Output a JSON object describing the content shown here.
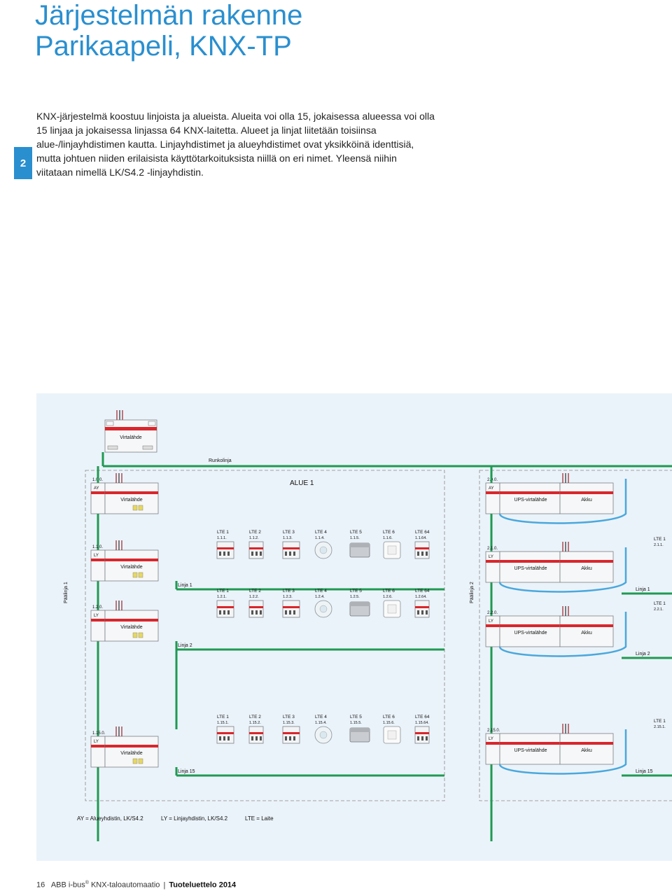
{
  "page": {
    "title_line1": "Järjestelmän rakenne",
    "title_line2": "Parikaapeli, KNX-TP",
    "chapter_tab": "2",
    "intro": "KNX-järjestelmä koostuu linjoista ja alueista. Alueita voi olla 15, jokaisessa alueessa voi olla 15 linjaa ja jokaisessa linjassa 64 KNX-laitetta. Alueet ja linjat liitetään toisiinsa alue-/linjayhdistimen kautta. Linjayhdistimet ja alueyhdistimet ovat yksikköinä identtisiä, mutta johtuen niiden erilaisista käyttötarkoituksista niillä on eri nimet. Yleensä niihin viitataan nimellä LK/S4.2 -linjayhdistin."
  },
  "footer": {
    "page_number": "16",
    "brand": "ABB i-bus",
    "registered": "®",
    "product": "KNX-taloautomaatio",
    "separator": "|",
    "catalog": "Tuoteluettelo 2014"
  },
  "diagram": {
    "trunk_label": "Runkolinja",
    "area_label": "ALUE 1",
    "top_psu_label": "Virtalähde",
    "area1_coupler": {
      "address": "1.0.0.",
      "type": "AY",
      "psu": "Virtalähde"
    },
    "area2_coupler": {
      "address": "2.0.0.",
      "type": "AY",
      "psu": "UPS-virtalähde",
      "battery": "Akku"
    },
    "mainline1_label": "Päälinja 1",
    "mainline2_label": "Päälinja 2",
    "area1_lines": [
      {
        "coupler": "1.1.0.",
        "type": "LY",
        "psu": "Virtalähde",
        "line": "Linja 1",
        "devices": [
          [
            "LTE 1",
            "1.1.1."
          ],
          [
            "LTE 2",
            "1.1.2."
          ],
          [
            "LTE 3",
            "1.1.3."
          ],
          [
            "LTE 4",
            "1.1.4."
          ],
          [
            "LTE 5",
            "1.1.5."
          ],
          [
            "LTE 6",
            "1.1.6."
          ],
          [
            "LTE 64",
            "1.1.64."
          ]
        ]
      },
      {
        "coupler": "1.2.0.",
        "type": "LY",
        "psu": "Virtalähde",
        "line": "Linja 2",
        "devices": [
          [
            "LTE 1",
            "1.2.1."
          ],
          [
            "LTE 2",
            "1.2.2."
          ],
          [
            "LTE 3",
            "1.2.3."
          ],
          [
            "LTE 4",
            "1.2.4."
          ],
          [
            "LTE 5",
            "1.2.5."
          ],
          [
            "LTE 6",
            "1.2.6."
          ],
          [
            "LTE 64",
            "1.2.64."
          ]
        ]
      },
      {
        "coupler": "1.15.0.",
        "type": "LY",
        "psu": "Virtalähde",
        "line": "Linja 15",
        "devices": [
          [
            "LTE 1",
            "1.15.1."
          ],
          [
            "LTE 2",
            "1.15.2."
          ],
          [
            "LTE 3",
            "1.15.3."
          ],
          [
            "LTE 4",
            "1.15.4."
          ],
          [
            "LTE 5",
            "1.15.5."
          ],
          [
            "LTE 6",
            "1.15.6."
          ],
          [
            "LTE 64",
            "1.15.64."
          ]
        ]
      }
    ],
    "area2_lines": [
      {
        "coupler": "2.1.0.",
        "type": "LY",
        "psu": "UPS-virtalähde",
        "battery": "Akku",
        "line": "Linja 1",
        "first_device": [
          "LTE 1",
          "2.1.1."
        ]
      },
      {
        "coupler": "2.2.0.",
        "type": "LY",
        "psu": "UPS-virtalähde",
        "battery": "Akku",
        "line": "Linja 2",
        "first_device": [
          "LTE 1",
          "2.2.1."
        ]
      },
      {
        "coupler": "2.15.0.",
        "type": "LY",
        "psu": "UPS-virtalähde",
        "battery": "Akku",
        "line": "Linja 15",
        "first_device": [
          "LTE 1",
          "2.15.1."
        ]
      }
    ],
    "legend": {
      "ay": "AY = Alueyhdistin, LK/S4.2",
      "ly": "LY = Linjayhdistin, LK/S4.2",
      "lte": "LTE = Laite"
    }
  },
  "colors": {
    "accent_blue": "#2a8fcf",
    "bus_green": "#1f9a52",
    "cable_blue": "#4aa8dc",
    "abb_red": "#d9262c",
    "diagram_bg": "#ebf3fa"
  }
}
